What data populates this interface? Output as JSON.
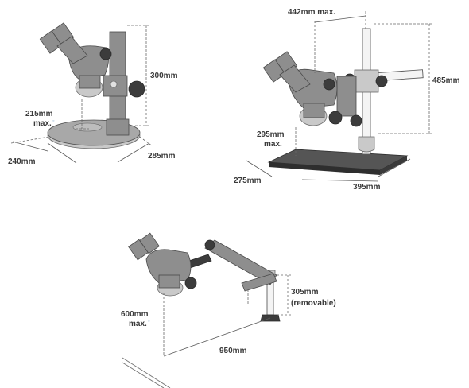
{
  "stand_1": {
    "height": "300mm",
    "working_distance": "215mm",
    "working_distance_suffix": "max.",
    "width": "240mm",
    "depth": "285mm"
  },
  "stand_2": {
    "reach": "442mm max.",
    "height": "485mm",
    "working_distance": "295mm",
    "working_distance_suffix": "max.",
    "width": "275mm",
    "depth": "395mm"
  },
  "stand_3": {
    "working_distance": "600mm",
    "working_distance_suffix": "max.",
    "post_height": "305mm",
    "post_note": "(removable)",
    "reach": "950mm"
  },
  "colors": {
    "body": "#8e8e8e",
    "dark": "#3c3c3c",
    "marker": "#7ea7c9"
  }
}
